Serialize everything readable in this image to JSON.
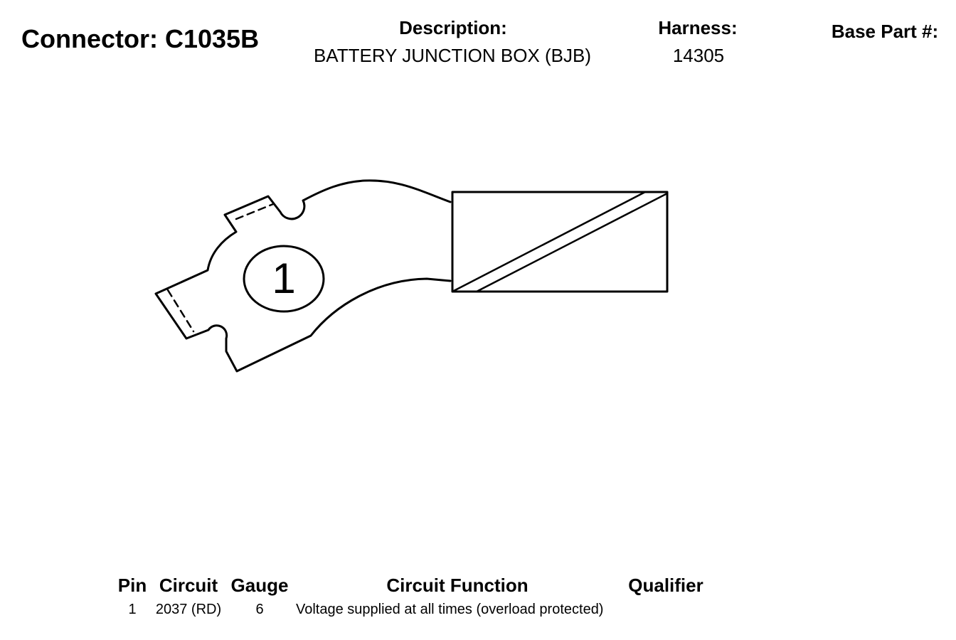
{
  "header": {
    "connector_title": "Connector: C1035B",
    "description_label": "Description:",
    "description_value": "BATTERY JUNCTION BOX (BJB)",
    "harness_label": "Harness:",
    "harness_value": "14305",
    "base_part_label": "Base Part #:"
  },
  "diagram": {
    "pin_label": "1"
  },
  "pin_table": {
    "columns": [
      "Pin",
      "Circuit",
      "Gauge",
      "Circuit Function",
      "Qualifier"
    ],
    "rows": [
      {
        "pin": "1",
        "circuit": "2037 (RD)",
        "gauge": "6",
        "function": "Voltage supplied at all times (overload protected)",
        "qualifier": ""
      }
    ]
  }
}
